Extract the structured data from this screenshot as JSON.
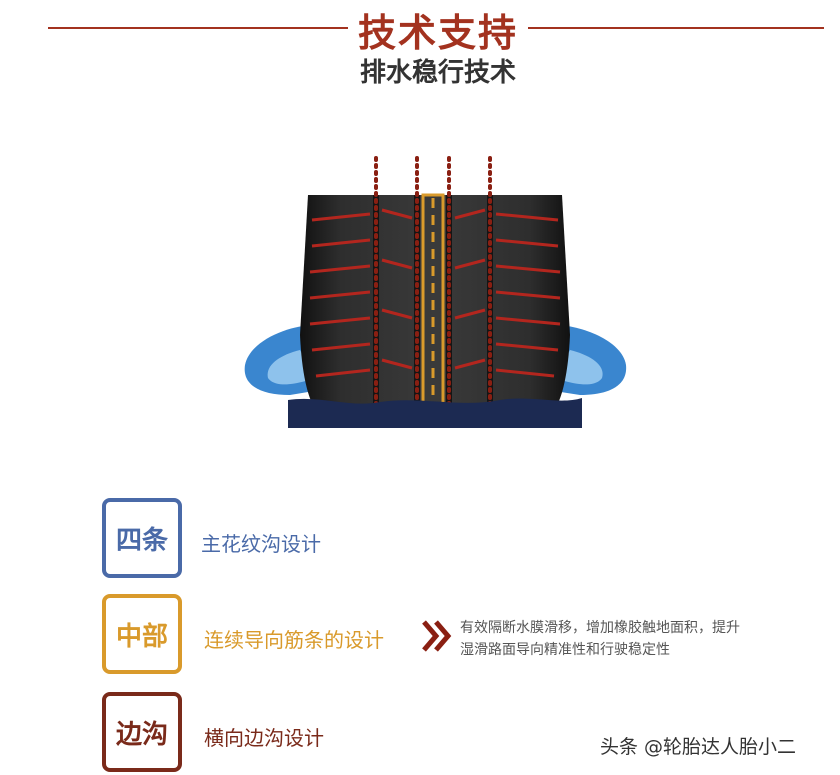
{
  "header": {
    "title": "技术支持",
    "subtitle": "排水稳行技术"
  },
  "colors": {
    "accent_red": "#a3321f",
    "blue": "#4a6aa8",
    "orange": "#d99a2b",
    "dark_red": "#7a2a1a",
    "water": "#3a86cf",
    "ground": "#1c2a52"
  },
  "features": [
    {
      "badge": "四条",
      "label": "主花纹沟设计",
      "color": "#4a6aa8"
    },
    {
      "badge": "中部",
      "label": "连续导向筋条的设计",
      "color": "#d99a2b"
    },
    {
      "badge": "边沟",
      "label": "横向边沟设计",
      "color": "#7a2a1a"
    }
  ],
  "description": {
    "line1": "有效隔断水膜滑移，增加橡胶触地面积，提升",
    "line2": "湿滑路面导向精准性和行驶稳定性",
    "arrow_icon": "double-chevron-right-icon"
  },
  "watermark": "头条 @轮胎达人胎小二"
}
